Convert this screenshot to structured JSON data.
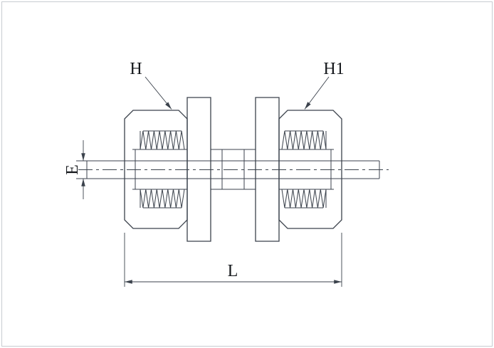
{
  "page": {
    "background": "#ffffff",
    "border_color": "#c8ccd1"
  },
  "drawing": {
    "type": "technical-drawing",
    "subject": "tube-union-fitting-cross-section",
    "line_color": "#3b424c",
    "text_color": "#15181c",
    "labels": {
      "h": "H",
      "h1": "H1",
      "e": "E",
      "l": "L"
    }
  }
}
